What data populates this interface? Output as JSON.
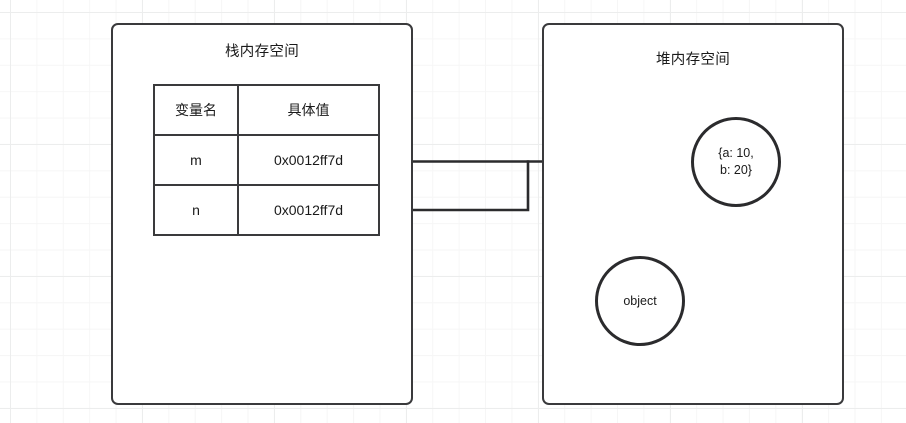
{
  "diagram": {
    "title_hidden": "",
    "stack": {
      "label": "栈内存空间",
      "table": {
        "headers": [
          "变量名",
          "具体值"
        ],
        "rows": [
          {
            "name": "m",
            "value": "0x0012ff7d"
          },
          {
            "name": "n",
            "value": "0x0012ff7d"
          }
        ]
      }
    },
    "heap": {
      "label": "堆内存空间",
      "objects": [
        {
          "id": "value-object",
          "line1": "{a: 10,",
          "line2": "b: 20}"
        },
        {
          "id": "label-object",
          "line1": "object",
          "line2": ""
        }
      ]
    },
    "connectors": [
      {
        "from": "m",
        "to": "value-object",
        "arrow": "true"
      },
      {
        "from": "n",
        "to": "value-object",
        "arrow": "true"
      }
    ],
    "colors": {
      "stroke": "#3a3a3c",
      "circle_stroke": "#2b2b2d",
      "connector": "#2b2b2d",
      "background": "#ffffff",
      "grid_minor": "#f6f6f6",
      "grid_major": "#eceded",
      "text": "#1a1a1a"
    }
  }
}
